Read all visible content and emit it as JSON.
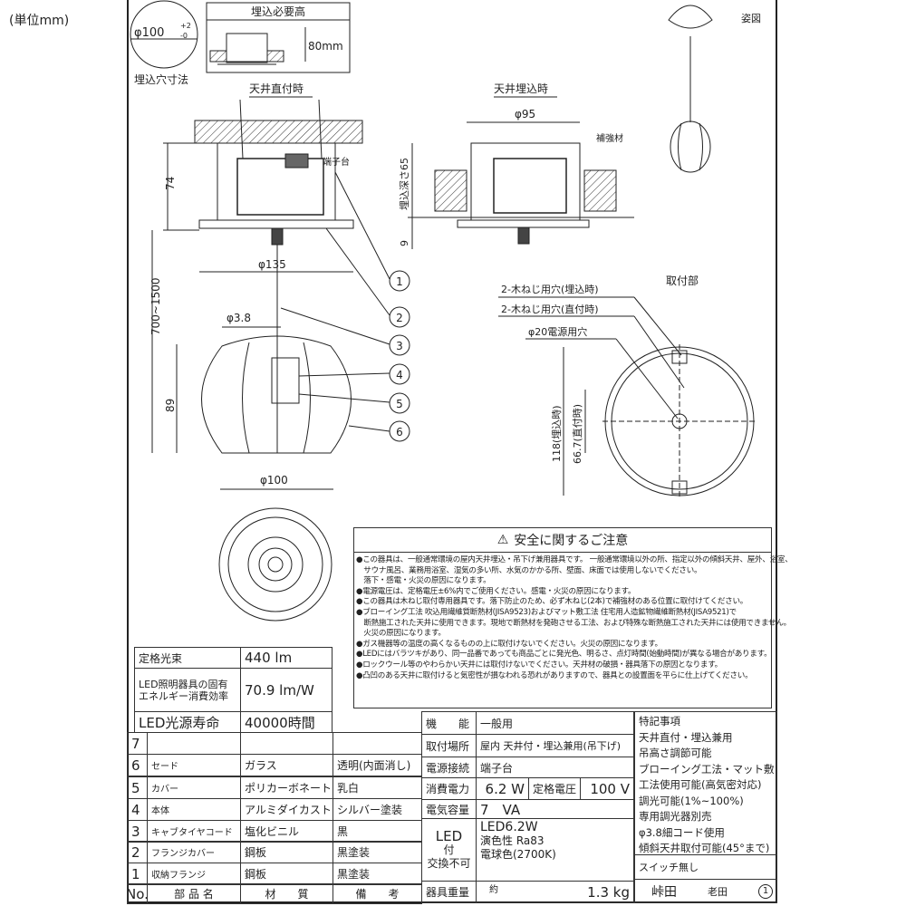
{
  "unit_label": "(単位mm)",
  "hole": {
    "diameter": "φ100",
    "tol_plus": "+2",
    "tol_minus": "-0",
    "caption": "埋込穴寸法"
  },
  "required_height": {
    "title": "埋込必要高",
    "value": "80mm"
  },
  "views": {
    "direct": "天井直付時",
    "embedded": "天井埋込時",
    "appearance": "姿図",
    "mount": "取付部"
  },
  "dims": {
    "d95": "φ95",
    "h74": "74",
    "depth": "埋込深さ65",
    "h9": "9",
    "d135": "φ135",
    "cord_len": "700~1500",
    "d38": "φ3.8",
    "h89": "89",
    "d100": "φ100",
    "h118": "118(埋込時)",
    "h667": "66.7(直付時)"
  },
  "labels": {
    "terminal": "端子台",
    "reinforcement": "補強材",
    "screw_embed": "2-木ねじ用穴(埋込時)",
    "screw_direct": "2-木ねじ用穴(直付時)",
    "power_hole": "φ20電源用穴"
  },
  "callouts": [
    "1",
    "2",
    "3",
    "4",
    "5",
    "6"
  ],
  "safety": {
    "title": "安全に関するご注意",
    "lines": [
      "●この器具は、一般通常環境の屋内天井埋込・吊下げ兼用器具です。 一般通常環境以外の所、指定以外の傾斜天井、屋外、浴室、",
      "　サウナ風呂、業務用浴室、湿気の多い所、水気のかかる所、壁面、床面では使用しないでください。",
      "　落下・感電・火災の原因になります。",
      "●電源電圧は、定格電圧±6%内でご使用ください。感電・火災の原因になります。",
      "●この器具は木ねじ取付専用器具です。落下防止のため、必ず木ねじ(2本)で補強材のある位置に取付けてください。",
      "●ブローイング工法 吹込用繊維質断熱材(JISA9523)およびマット敷工法 住宅用人造鉱物繊維断熱材(JISA9521)で",
      "　断熱施工された天井に使用できます。現地で断熱材を発砲させる工法、および特殊な断熱施工された天井には使用できません。",
      "　火災の原因になります。",
      "●ガス機器等の温度の高くなるものの上に取付けないでください。火災の原因になります。",
      "●LEDにはバラツキがあり、同一品番であっても商品ごとに発光色、明るさ、点灯時間(始動時間)が異なる場合があります。",
      "●ロックウール等のやわらかい天井には取付けないでください。天井材の破損・器具落下の原因となります。",
      "●凸凹のある天井に取付けると気密性が損なわれる恐れがありますので、器具との設置面を平らに仕上げてください。"
    ]
  },
  "spec": {
    "flux_label": "定格光束",
    "flux_value": "440 lm",
    "eff_label_1": "LED照明器具の固有",
    "eff_label_2": "エネルギー消費効率",
    "eff_value": "70.9 lm/W",
    "life_label": "LED光源寿命",
    "life_value": "40000時間"
  },
  "parts": {
    "rows": [
      {
        "no": "7",
        "name": "",
        "material": "",
        "note": ""
      },
      {
        "no": "6",
        "name": "セード",
        "material": "ガラス",
        "note": "透明(内面消し)"
      },
      {
        "no": "5",
        "name": "カバー",
        "material": "ポリカーボネート",
        "note": "乳白"
      },
      {
        "no": "4",
        "name": "本体",
        "material": "アルミダイカスト",
        "note": "シルバー塗装"
      },
      {
        "no": "3",
        "name": "キャブタイヤコード",
        "material": "塩化ビニル",
        "note": "黒"
      },
      {
        "no": "2",
        "name": "フランジカバー",
        "material": "鋼板",
        "note": "黒塗装"
      },
      {
        "no": "1",
        "name": "収納フランジ",
        "material": "鋼板",
        "note": "黒塗装"
      }
    ],
    "header": {
      "no": "No.",
      "name": "部 品 名",
      "material": "材　　質",
      "note": "備　　考"
    }
  },
  "product": {
    "function_label": "機　　能",
    "function": "一般用",
    "place_label": "取付場所",
    "place": "屋内 天井付・埋込兼用(吊下げ)",
    "power_conn_label": "電源接続",
    "power_conn": "端子台",
    "consumption_label": "消費電力",
    "consumption": "6.2 W",
    "voltage_label": "定格電圧",
    "voltage": "100 V",
    "capacity_label": "電気容量",
    "capacity": "7　VA",
    "led_label_1": "LED",
    "led_label_2": "付",
    "led_label_3": "交換不可",
    "led_1": "LED6.2W",
    "led_2": "演色性 Ra83",
    "led_3": "電球色(2700K)",
    "weight_label": "器具重量",
    "weight_prefix": "約",
    "weight": "1.3 kg"
  },
  "notes": {
    "items": [
      "特記事項",
      "天井直付・埋込兼用",
      "吊高さ調節可能",
      "ブローイング工法・マット敷",
      "工法使用可能(高気密対応)",
      "調光可能(1%~100%)",
      "専用調光器別売",
      "φ3.8細コード使用",
      "傾斜天井取付可能(45°まで)"
    ],
    "switch": "スイッチ無し",
    "sign_1": "峠田",
    "sign_2": "老田",
    "sign_no": "1"
  }
}
